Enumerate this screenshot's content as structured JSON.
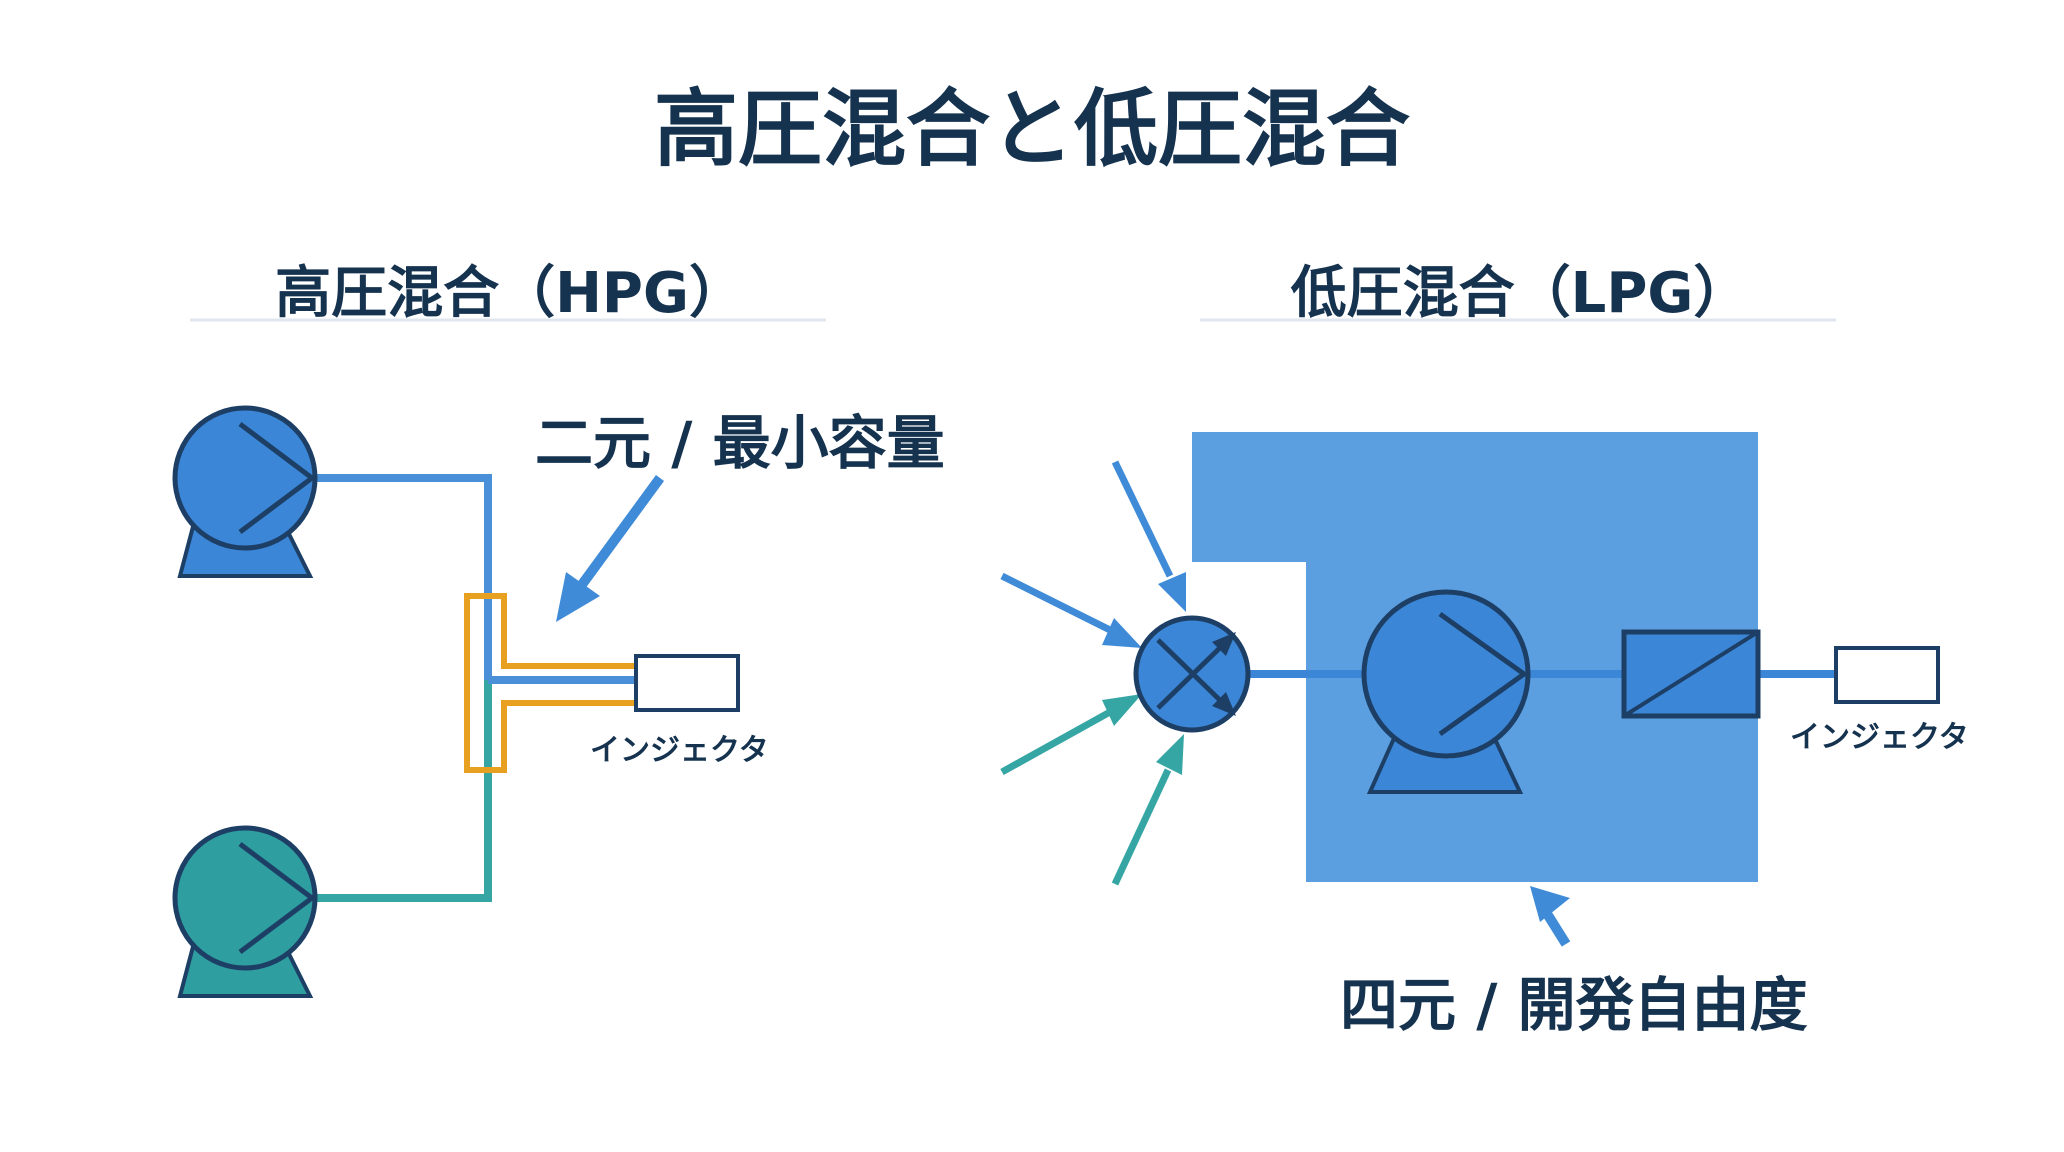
{
  "title": "高圧混合と低圧混合",
  "hpg": {
    "title": "高圧混合（HPG）",
    "callout": "二元 / 最小容量",
    "injector_label": "インジェクタ"
  },
  "lpg": {
    "title": "低圧混合（LPG）",
    "callout": "四元 / 開発自由度",
    "injector_label": "インジェクタ"
  },
  "colors": {
    "title_text": "#15324f",
    "pump_blue": "#3b86d6",
    "pump_teal": "#2f9ea0",
    "line_blue": "#4a90d9",
    "line_teal": "#35a6a4",
    "highlight_orange": "#e8a020",
    "lpg_block": "#5b9fe0",
    "outline": "#1d3f66",
    "divider": "#dfe6ee"
  }
}
